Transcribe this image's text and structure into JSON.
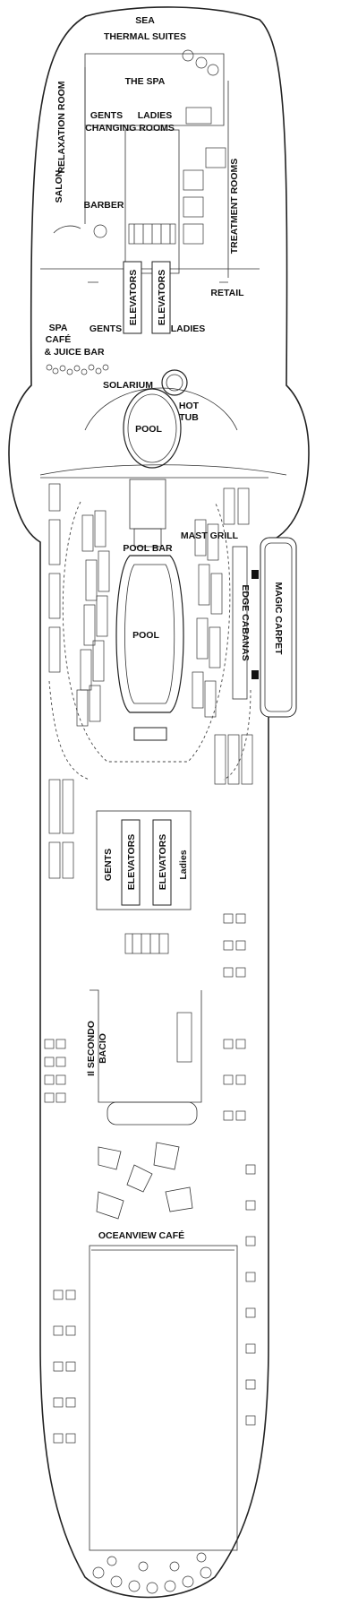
{
  "map": {
    "labels": {
      "sea_thermal_1": "SEA",
      "sea_thermal_2": "THERMAL SUITES",
      "spa": "THE SPA",
      "relaxation": "RELAXATION ROOM",
      "salon": "SALON",
      "gents_changing": "GENTS",
      "ladies_changing": "LADIES",
      "changing_rooms": "CHANGING ROOMS",
      "barber": "BARBER",
      "treatment": "TREATMENT ROOMS",
      "elevators_fwd_1": "ELEVATORS",
      "elevators_fwd_2": "ELEVATORS",
      "retail": "RETAIL",
      "spa_cafe_1": "SPA",
      "spa_cafe_2": "CAFÉ",
      "spa_cafe_3": "& JUICE BAR",
      "gents_fwd": "GENTS",
      "ladies_fwd": "LADIES",
      "solarium": "SOLARIUM",
      "hot_tub_1": "HOT",
      "hot_tub_2": "TUB",
      "pool_solarium": "POOL",
      "mast_grill": "MAST GRILL",
      "pool_bar": "POOL BAR",
      "pool_main": "POOL",
      "edge_cabanas": "EDGE CABANAS",
      "magic_carpet": "MAGIC CARPET",
      "gents_mid": "GENTS",
      "elevators_mid_1": "ELEVATORS",
      "elevators_mid_2": "ELEVATORS",
      "ladies_mid": "Ladies",
      "il_secondo_1": "Il SECONDO",
      "il_secondo_2": "BACIO",
      "oceanview": "OCEANVIEW CAFÉ"
    }
  }
}
